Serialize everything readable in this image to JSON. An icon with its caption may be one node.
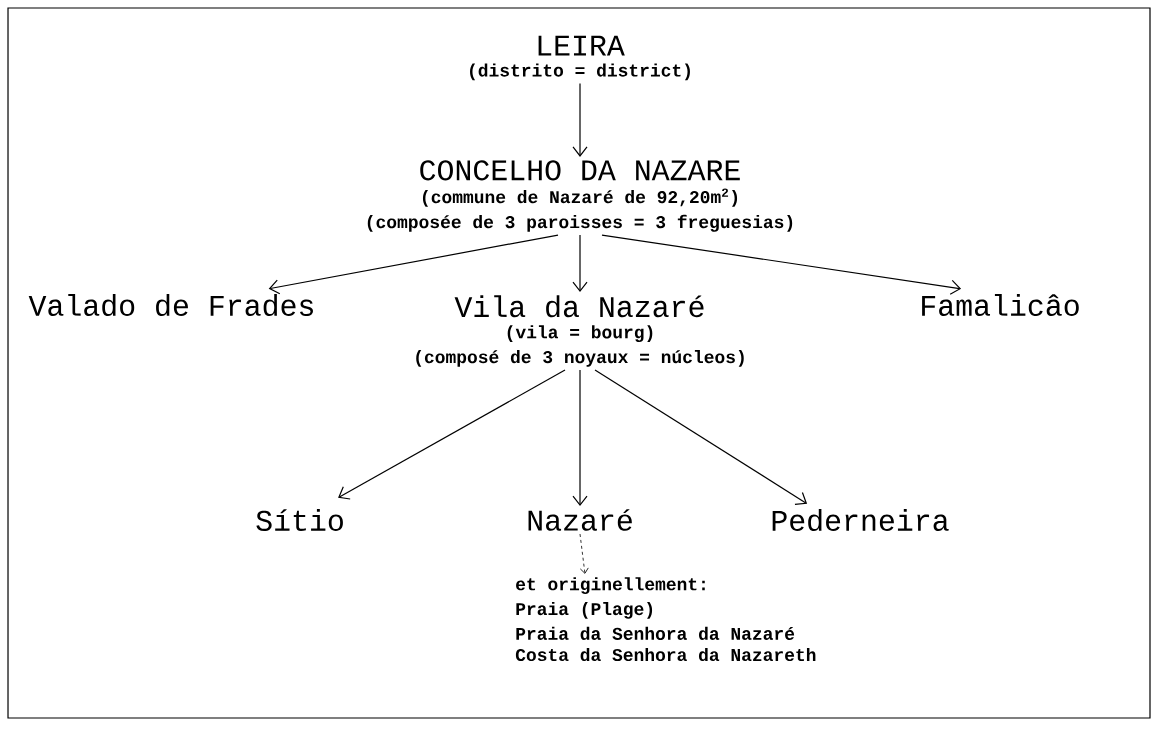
{
  "diagram": {
    "nodes": [
      {
        "text": [
          "LEIRA",
          "(distrito = district)"
        ]
      },
      {
        "text": [
          "CONCELHO DA NAZARE",
          "(commune de Nazaré de 92,20m$^{2}$)",
          "(composée de 3 paroisses = 3 freguesias)"
        ]
      },
      {
        "text": [
          "Valado de Frades"
        ]
      },
      {
        "text": [
          "Vila da Nazaré",
          "(vila = bourg)",
          "(composé de 3 noyaux = núcleos)"
        ]
      },
      {
        "text": [
          "Famalicâo"
        ]
      },
      {
        "text": [
          "Sítio"
        ]
      },
      {
        "text": [
          "Nazaré"
        ]
      },
      {
        "text": [
          "Pederneira"
        ]
      },
      {
        "text": [
          "et originellement:",
          "Praia (Plage)",
          "Praia da Senhora da Nazaré",
          "Costa da Senhora da Nazareth"
        ]
      }
    ],
    "edges": [
      {
        "from": 0,
        "to": 1,
        "arrow": "to"
      },
      {
        "from": 1,
        "to": 2,
        "arrow": "to"
      },
      {
        "from": 1,
        "to": 3,
        "arrow": "to"
      },
      {
        "from": 1,
        "to": 4,
        "arrow": "to"
      },
      {
        "from": 3,
        "to": 5,
        "arrow": "to"
      },
      {
        "from": 3,
        "to": 6,
        "arrow": "to"
      },
      {
        "from": 3,
        "to": 7,
        "arrow": "to"
      },
      {
        "from": 6,
        "to": 8,
        "arrow": "to",
        "style": "dashed"
      }
    ]
  }
}
